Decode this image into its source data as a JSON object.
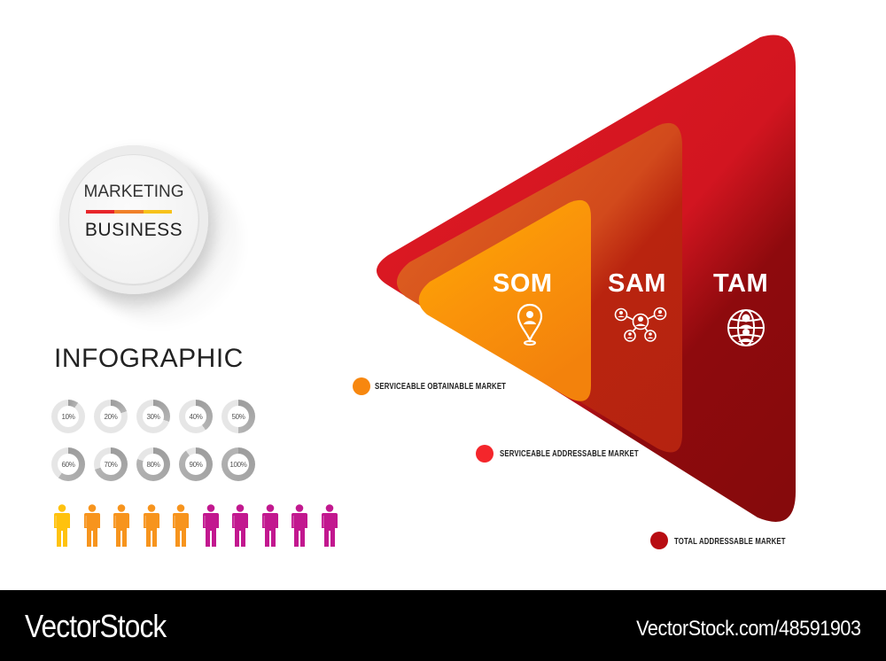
{
  "badge": {
    "top_text": "MARKETING",
    "bottom_text": "BUSINESS",
    "bar_colors": [
      "#e8262b",
      "#f0812a",
      "#f7c21b"
    ]
  },
  "title": "INFOGRAPHIC",
  "percent_donuts": [
    {
      "label": "10%",
      "value": 10
    },
    {
      "label": "20%",
      "value": 20
    },
    {
      "label": "30%",
      "value": 30
    },
    {
      "label": "40%",
      "value": 40
    },
    {
      "label": "50%",
      "value": 50
    },
    {
      "label": "60%",
      "value": 60
    },
    {
      "label": "70%",
      "value": 70
    },
    {
      "label": "80%",
      "value": 80
    },
    {
      "label": "90%",
      "value": 90
    },
    {
      "label": "100%",
      "value": 100
    }
  ],
  "people_icons": {
    "count": 10,
    "colors": [
      "#ffc20e",
      "#f7941d",
      "#f7941d",
      "#f7941d",
      "#f7941d",
      "#c2188f",
      "#c2188f",
      "#c2188f",
      "#c2188f",
      "#c2188f"
    ]
  },
  "market_segments": [
    {
      "abbr": "TAM",
      "name": "TOTAL ADDRESSABLE MARKET",
      "icon": "globe-people-icon",
      "color": "#8b0a0c",
      "accent": "#de1b24",
      "legend_color": "#b80d12"
    },
    {
      "abbr": "SAM",
      "name": "SERVICEABLE ADDRESSABLE MARKET",
      "icon": "network-people-icon",
      "color": "#b9220f",
      "accent": "#e25f22",
      "legend_color": "#f4262b"
    },
    {
      "abbr": "SOM",
      "name": "SERVICEABLE OBTAINABLE MARKET",
      "icon": "location-person-icon",
      "color": "#f5880a",
      "accent": "#ffa800",
      "legend_color": "#f7870f"
    }
  ],
  "footer": {
    "brand": "VectorStock",
    "url": "VectorStock.com/48591903"
  }
}
